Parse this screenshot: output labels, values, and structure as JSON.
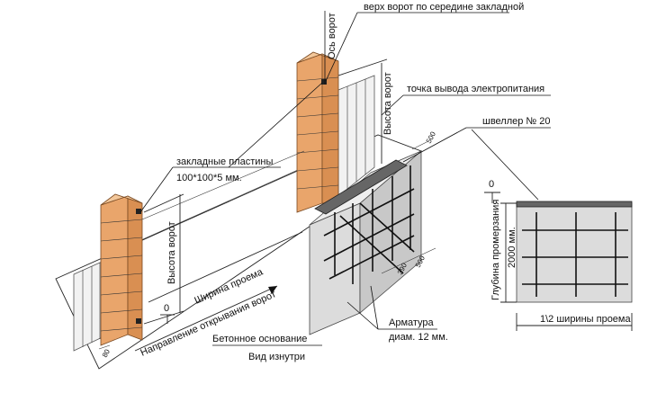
{
  "labels": {
    "top_center": "верх ворот по середине закладной",
    "gate_axis": "Ось ворот",
    "gate_height_right": "Высота ворот",
    "power_point": "точка вывода электропитания",
    "channel": "швеллер № 20",
    "dim_500_top": "500",
    "embedded_plates": "закладные пластины",
    "plate_size": "100*100*5 мм.",
    "gate_height_left": "Высота ворот",
    "opening_width": "Ширина проема",
    "opening_direction": "Направление открывания ворот",
    "zero_left": "0",
    "dim_80": "80",
    "dim_390": "390",
    "dim_500_bottom": "500",
    "rebar": "Арматура",
    "rebar_diam": "диам. 12 мм.",
    "concrete_base": "Бетонное основание",
    "inside_view": "Вид изнутри",
    "zero_right": "0",
    "freeze_depth": "Глубина промерзания",
    "freeze_depth_value": "2000 мм.",
    "half_width": "1\\2  ширины проема"
  },
  "colors": {
    "brick": "#e9a56b",
    "concrete": "#dcdcdc",
    "channel": "#666666"
  }
}
